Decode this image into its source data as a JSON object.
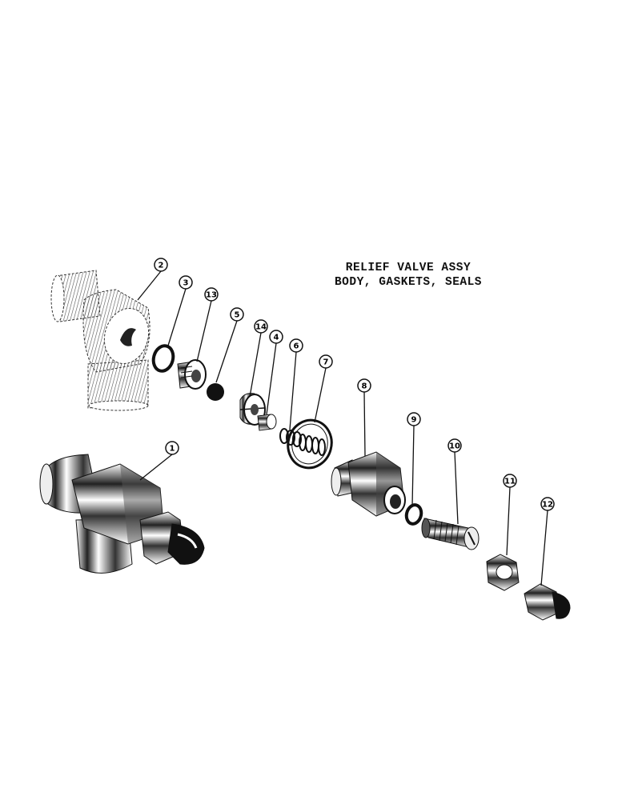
{
  "title": {
    "line1": "RELIEF VALVE ASSY",
    "line2": "BODY, GASKETS, SEALS"
  },
  "callouts": [
    {
      "id": "part-1",
      "label": "1"
    },
    {
      "id": "part-2",
      "label": "2"
    },
    {
      "id": "part-3",
      "label": "3"
    },
    {
      "id": "part-4",
      "label": "4"
    },
    {
      "id": "part-5",
      "label": "5"
    },
    {
      "id": "part-6",
      "label": "6"
    },
    {
      "id": "part-7",
      "label": "7"
    },
    {
      "id": "part-8",
      "label": "8"
    },
    {
      "id": "part-9",
      "label": "9"
    },
    {
      "id": "part-10",
      "label": "10"
    },
    {
      "id": "part-11",
      "label": "11"
    },
    {
      "id": "part-12",
      "label": "12"
    },
    {
      "id": "part-13",
      "label": "13"
    },
    {
      "id": "part-14",
      "label": "14"
    }
  ],
  "colors": {
    "ink": "#111111",
    "shade": "#444444",
    "paper": "#ffffff"
  }
}
